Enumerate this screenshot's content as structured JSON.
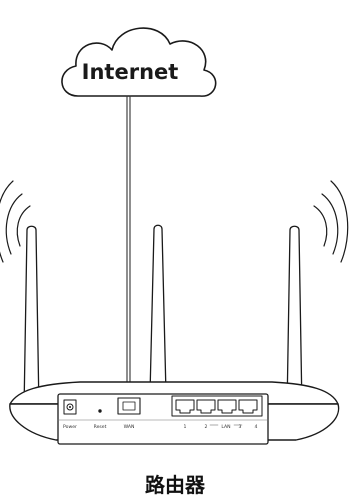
{
  "cloud": {
    "label": "Internet"
  },
  "router": {
    "caption": "路由器",
    "ports": {
      "power": "Power",
      "reset": "Reset",
      "wan": "WAN",
      "lan": "LAN",
      "lan_numbers": [
        "1",
        "2",
        "3",
        "4"
      ]
    }
  },
  "colors": {
    "line": "#1a1a1a",
    "body": "#ffffff",
    "wire": "#333333"
  }
}
